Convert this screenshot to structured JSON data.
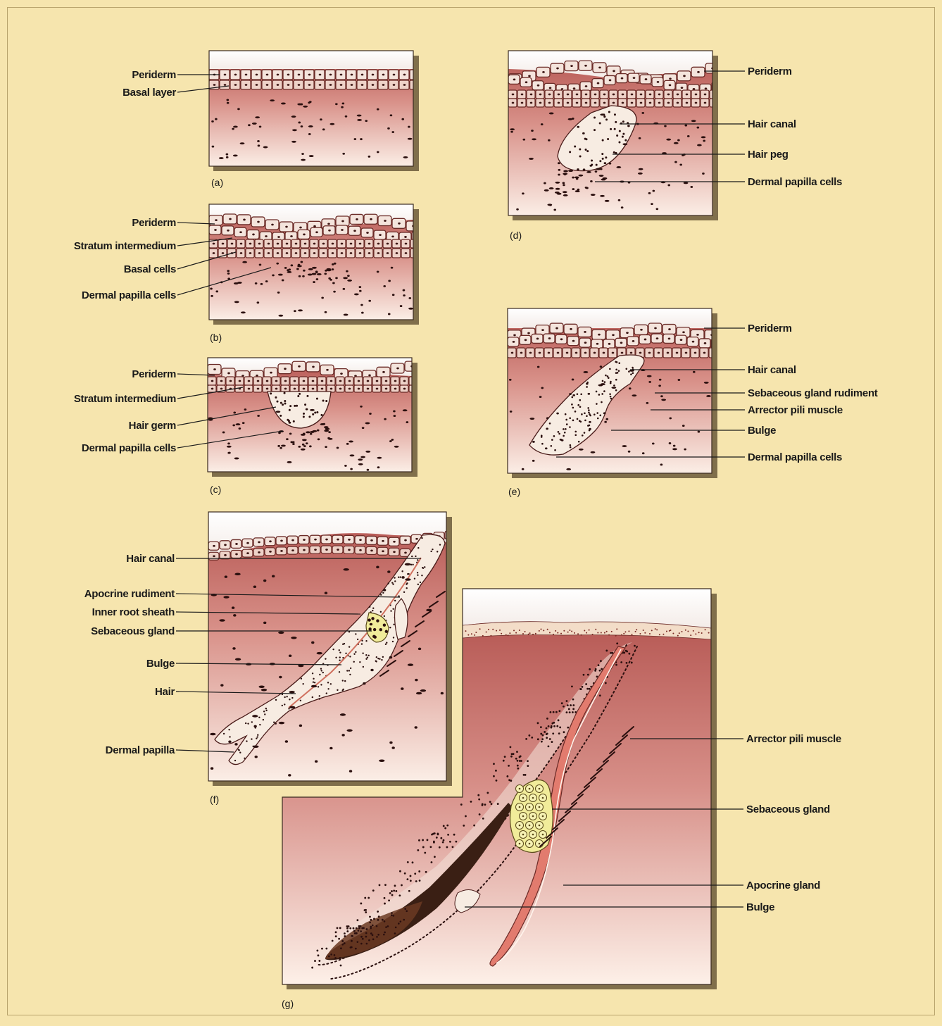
{
  "panels": {
    "a": {
      "tag": "(a)",
      "labels": [
        "Periderm",
        "Basal layer"
      ]
    },
    "b": {
      "tag": "(b)",
      "labels": [
        "Periderm",
        "Stratum intermedium",
        "Basal cells",
        "Dermal papilla cells"
      ]
    },
    "c": {
      "tag": "(c)",
      "labels": [
        "Periderm",
        "Stratum intermedium",
        "Hair germ",
        "Dermal papilla cells"
      ]
    },
    "d": {
      "tag": "(d)",
      "labels": [
        "Periderm",
        "Hair canal",
        "Hair peg",
        "Dermal papilla cells"
      ]
    },
    "e": {
      "tag": "(e)",
      "labels": [
        "Periderm",
        "Hair canal",
        "Sebaceous gland rudiment",
        "Arrector pili muscle",
        "Bulge",
        "Dermal papilla cells"
      ]
    },
    "f": {
      "tag": "(f)",
      "labels": [
        "Hair canal",
        "Apocrine rudiment",
        "Inner root sheath",
        "Sebaceous gland",
        "Bulge",
        "Hair",
        "Dermal papilla"
      ]
    },
    "g": {
      "tag": "(g)",
      "labels": [
        "Arrector pili muscle",
        "Sebaceous gland",
        "Apocrine gland",
        "Bulge"
      ]
    }
  },
  "colors": {
    "page_background": "#f6e5ae",
    "dermis_top": "#b3524e",
    "dermis_bottom": "#fbeee6",
    "cell_fill": "#f4e4dc",
    "cell_outline": "#6a2a26",
    "hair_shaft": "#3a1f14",
    "sebaceous": "#f1ec9a"
  }
}
